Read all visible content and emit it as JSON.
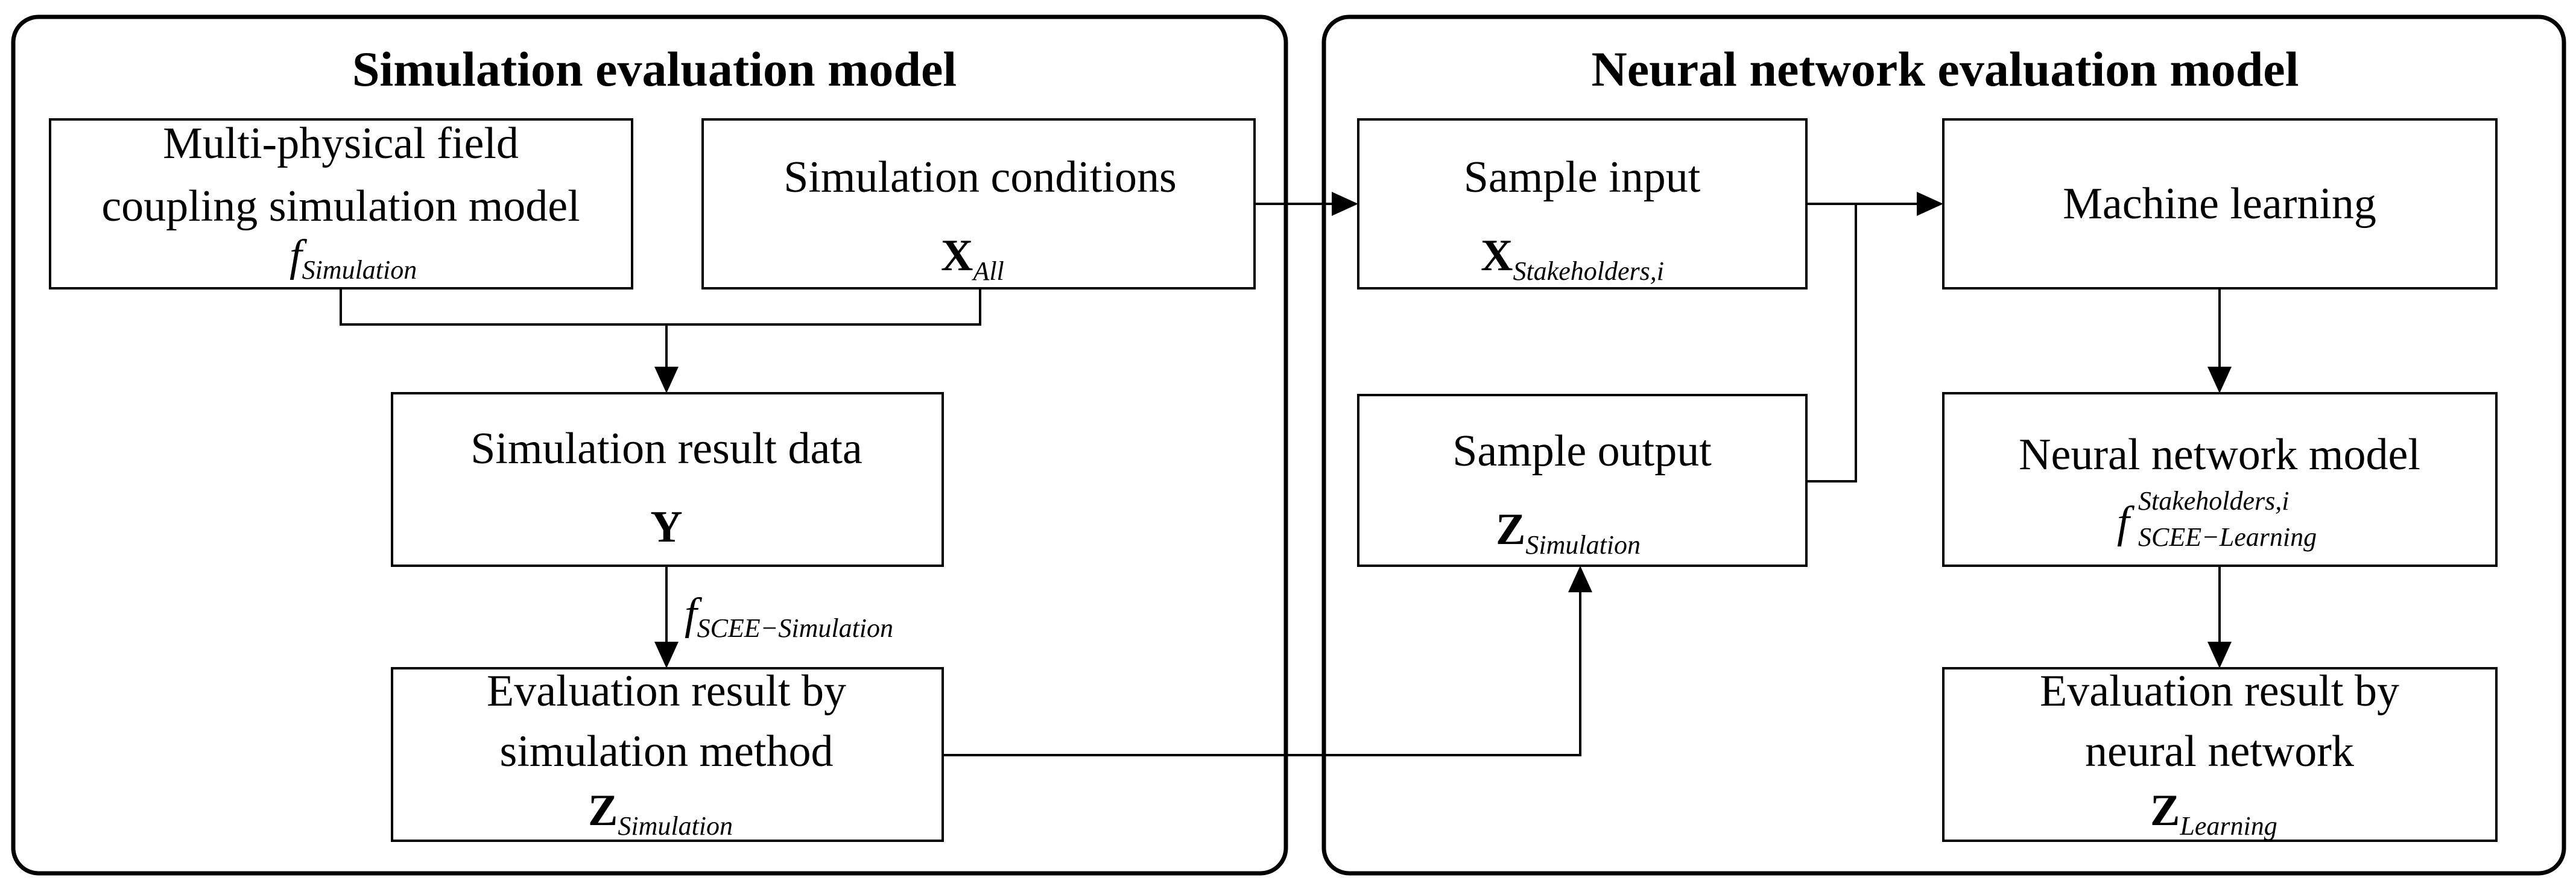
{
  "panels": {
    "left": {
      "title": "Simulation evaluation  model"
    },
    "right": {
      "title": "Neural network evaluation model"
    }
  },
  "boxes": {
    "coupling_model": {
      "line1": "Multi-physical field",
      "line2": "coupling simulation model",
      "symbol": "f",
      "subscript": "Simulation"
    },
    "sim_conditions": {
      "line1": "Simulation conditions",
      "symbol": "X",
      "subscript": "All"
    },
    "sim_result": {
      "line1": "Simulation result data",
      "symbol": "Y"
    },
    "eval_sim": {
      "line1": "Evaluation result by",
      "line2": "simulation method",
      "symbol": "Z",
      "subscript": "Simulation"
    },
    "sample_input": {
      "line1": "Sample input",
      "symbol": "X",
      "subscript": "Stakeholders,i"
    },
    "sample_output": {
      "line1": "Sample output",
      "symbol": "Z",
      "subscript": "Simulation"
    },
    "machine_learning": {
      "line1": "Machine learning"
    },
    "nn_model": {
      "line1": "Neural network model",
      "symbol": "f",
      "superscript": "Stakeholders,i",
      "subscript": "SCEE−Learning"
    },
    "eval_nn": {
      "line1": "Evaluation result by",
      "line2": "neural network",
      "symbol": "Z",
      "subscript": "Learning"
    }
  },
  "arrow_labels": {
    "sim_to_eval": {
      "symbol": "f",
      "subscript": "SCEE−Simulation"
    }
  }
}
